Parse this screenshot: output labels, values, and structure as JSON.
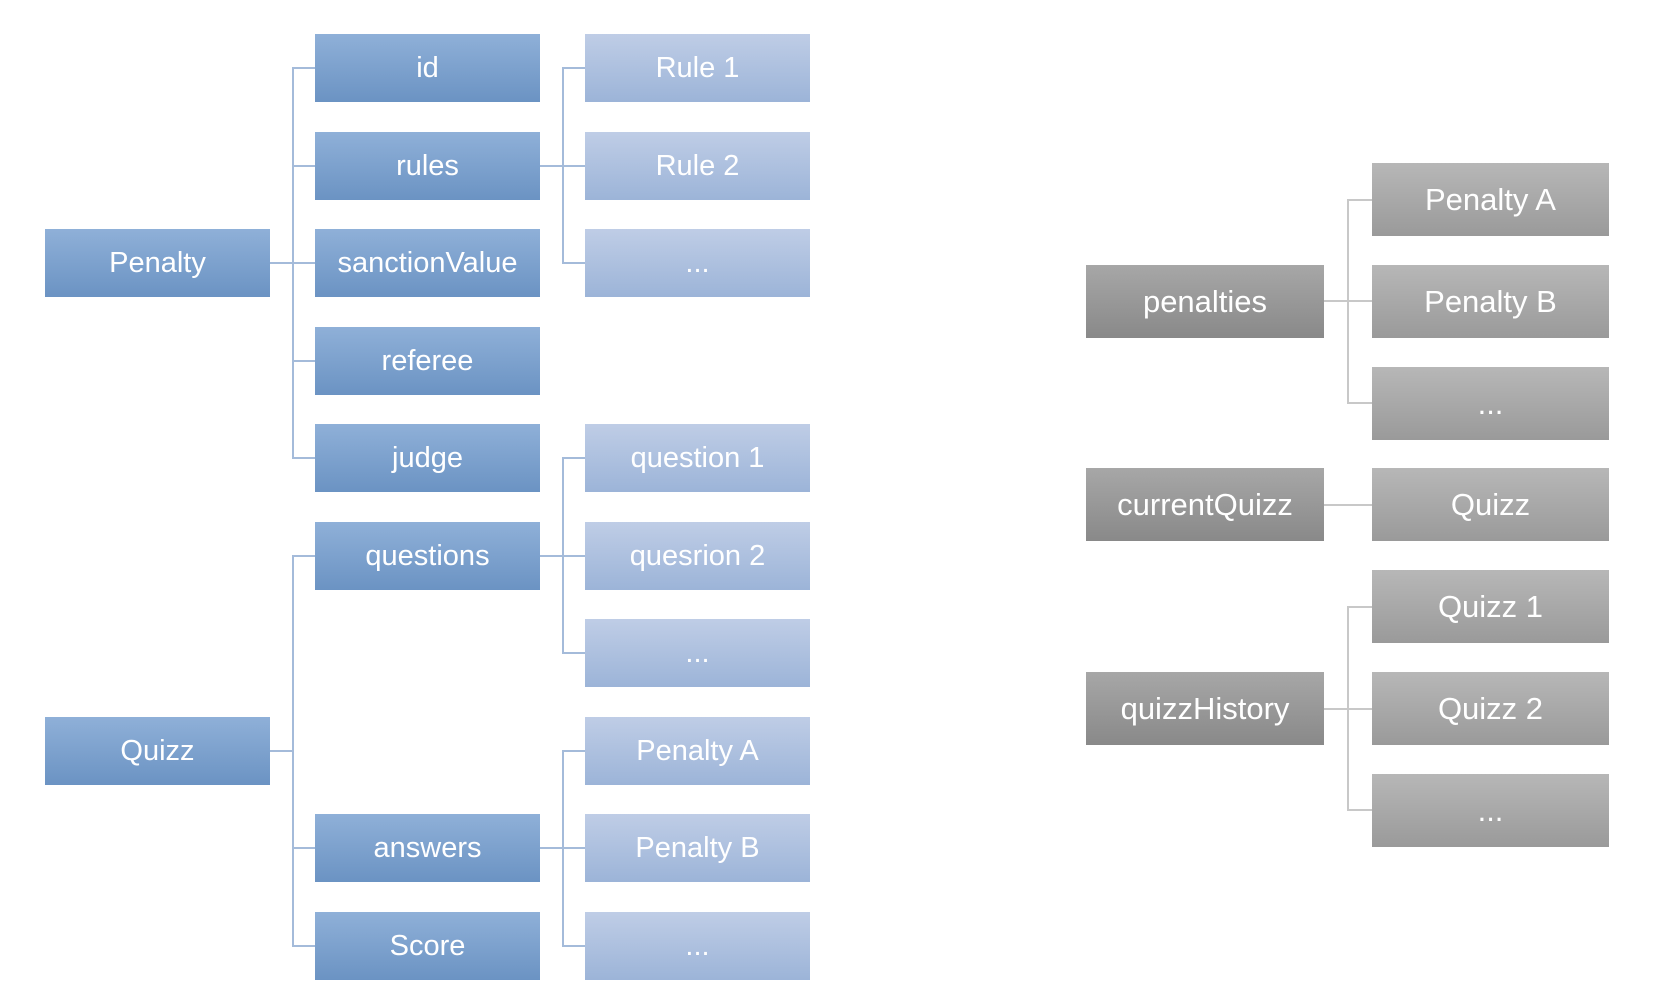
{
  "colors": {
    "background": "#ffffff",
    "text": "#ffffff",
    "blue_top": "#8fb0d8",
    "blue_bottom": "#6b93c3",
    "blue_light_top": "#bfcde6",
    "blue_light_bottom": "#9cb4d8",
    "gray_dark_top": "#a7a7a7",
    "gray_dark_bottom": "#898989",
    "gray_light_top": "#b7b7b7",
    "gray_light_bottom": "#9a9a9a",
    "blue_connector": "#a4bbda",
    "gray_connector": "#c8c8c8"
  },
  "diagrams": [
    {
      "id": "blue",
      "title": "object-structure-tree",
      "connector_color": "#a4bbda",
      "nodes": [
        {
          "id": "penalty",
          "label": "Penalty",
          "col": "A",
          "row": 2,
          "style": "blue"
        },
        {
          "id": "id",
          "label": "id",
          "col": "B",
          "row": 0,
          "style": "blue"
        },
        {
          "id": "rules",
          "label": "rules",
          "col": "B",
          "row": 1,
          "style": "blue"
        },
        {
          "id": "sanctionValue",
          "label": "sanctionValue",
          "col": "B",
          "row": 2,
          "style": "blue"
        },
        {
          "id": "referee",
          "label": "referee",
          "col": "B",
          "row": 3,
          "style": "blue"
        },
        {
          "id": "judge",
          "label": "judge",
          "col": "B",
          "row": 4,
          "style": "blue"
        },
        {
          "id": "quizz",
          "label": "Quizz",
          "col": "A",
          "row": 7,
          "style": "blue"
        },
        {
          "id": "questions",
          "label": "questions",
          "col": "B",
          "row": 5,
          "style": "blue"
        },
        {
          "id": "answers",
          "label": "answers",
          "col": "B",
          "row": 8,
          "style": "blue"
        },
        {
          "id": "score",
          "label": "Score",
          "col": "B",
          "row": 9,
          "style": "blue"
        },
        {
          "id": "rule1",
          "label": "Rule 1",
          "col": "C",
          "row": 0,
          "style": "blue-light"
        },
        {
          "id": "rule2",
          "label": "Rule 2",
          "col": "C",
          "row": 1,
          "style": "blue-light"
        },
        {
          "id": "rulesDots",
          "label": "...",
          "col": "C",
          "row": 2,
          "style": "blue-light"
        },
        {
          "id": "question1",
          "label": "question 1",
          "col": "C",
          "row": 4,
          "style": "blue-light"
        },
        {
          "id": "question2",
          "label": "quesrion 2",
          "col": "C",
          "row": 5,
          "style": "blue-light"
        },
        {
          "id": "questionsDots",
          "label": "...",
          "col": "C",
          "row": 6,
          "style": "blue-light"
        },
        {
          "id": "penaltyA",
          "label": "Penalty A",
          "col": "C",
          "row": 7,
          "style": "blue-light"
        },
        {
          "id": "penaltyB",
          "label": "Penalty B",
          "col": "C",
          "row": 8,
          "style": "blue-light"
        },
        {
          "id": "answersDots",
          "label": "...",
          "col": "C",
          "row": 9,
          "style": "blue-light"
        }
      ],
      "edges": [
        {
          "parent": "penalty",
          "children": [
            "id",
            "rules",
            "sanctionValue",
            "referee",
            "judge"
          ]
        },
        {
          "parent": "rules",
          "children": [
            "rule1",
            "rule2",
            "rulesDots"
          ]
        },
        {
          "parent": "quizz",
          "children": [
            "questions",
            "answers",
            "score"
          ]
        },
        {
          "parent": "questions",
          "children": [
            "question1",
            "question2",
            "questionsDots"
          ]
        },
        {
          "parent": "answers",
          "children": [
            "penaltyA",
            "penaltyB",
            "answersDots"
          ]
        }
      ]
    },
    {
      "id": "gray",
      "title": "state-tree",
      "connector_color": "#c8c8c8",
      "nodes": [
        {
          "id": "penalties",
          "label": "penalties",
          "col": "P",
          "row": 1,
          "style": "gray-dark"
        },
        {
          "id": "gPenaltyA",
          "label": "Penalty A",
          "col": "C",
          "row": 0,
          "style": "gray-light"
        },
        {
          "id": "gPenaltyB",
          "label": "Penalty B",
          "col": "C",
          "row": 1,
          "style": "gray-light"
        },
        {
          "id": "penaltiesDots",
          "label": "...",
          "col": "C",
          "row": 2,
          "style": "gray-light"
        },
        {
          "id": "currentQuizz",
          "label": "currentQuizz",
          "col": "P",
          "row": 3,
          "style": "gray-dark"
        },
        {
          "id": "gQuizz",
          "label": "Quizz",
          "col": "C",
          "row": 3,
          "style": "gray-light"
        },
        {
          "id": "quizzHistory",
          "label": "quizzHistory",
          "col": "P",
          "row": 5,
          "style": "gray-dark"
        },
        {
          "id": "gQuizz1",
          "label": "Quizz 1",
          "col": "C",
          "row": 4,
          "style": "gray-light"
        },
        {
          "id": "gQuizz2",
          "label": "Quizz 2",
          "col": "C",
          "row": 5,
          "style": "gray-light"
        },
        {
          "id": "historyDots",
          "label": "...",
          "col": "C",
          "row": 6,
          "style": "gray-light"
        }
      ],
      "edges": [
        {
          "parent": "penalties",
          "children": [
            "gPenaltyA",
            "gPenaltyB",
            "penaltiesDots"
          ]
        },
        {
          "parent": "currentQuizz",
          "children": [
            "gQuizz"
          ]
        },
        {
          "parent": "quizzHistory",
          "children": [
            "gQuizz1",
            "gQuizz2",
            "historyDots"
          ]
        }
      ]
    }
  ]
}
